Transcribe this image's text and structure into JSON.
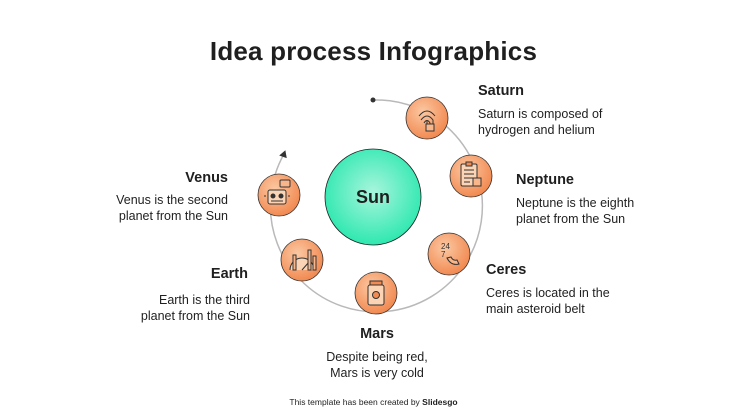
{
  "title": "Idea process Infographics",
  "center": {
    "label": "Sun"
  },
  "nodes": [
    {
      "id": "saturn",
      "title": "Saturn",
      "desc": "Saturn is composed of\nhydrogen and helium",
      "icon": "fingerprint-icon"
    },
    {
      "id": "neptune",
      "title": "Neptune",
      "desc": "Neptune is the eighth\nplanet from the Sun",
      "icon": "clipboard-checklist-icon"
    },
    {
      "id": "ceres",
      "title": "Ceres",
      "desc": "Ceres is located in the\nmain asteroid belt",
      "icon": "phone-24-7-icon"
    },
    {
      "id": "mars",
      "title": "Mars",
      "desc": "Despite being red,\nMars is very cold",
      "icon": "jar-icon"
    },
    {
      "id": "earth",
      "title": "Earth",
      "desc": "Earth is the third\nplanet from the Sun",
      "icon": "gauge-graph-icon"
    },
    {
      "id": "venus",
      "title": "Venus",
      "desc": "Venus is the second\nplanet from the Sun",
      "icon": "robot-icon"
    }
  ],
  "footer": {
    "prefix": "This template has been created by ",
    "brand": "Slidesgo"
  },
  "colors": {
    "accent": "#f4905a",
    "accent_light": "#f9b68a",
    "sun": "#2ee8b0",
    "sun_light": "#a8f5dc",
    "ring": "#b9b9b9"
  }
}
